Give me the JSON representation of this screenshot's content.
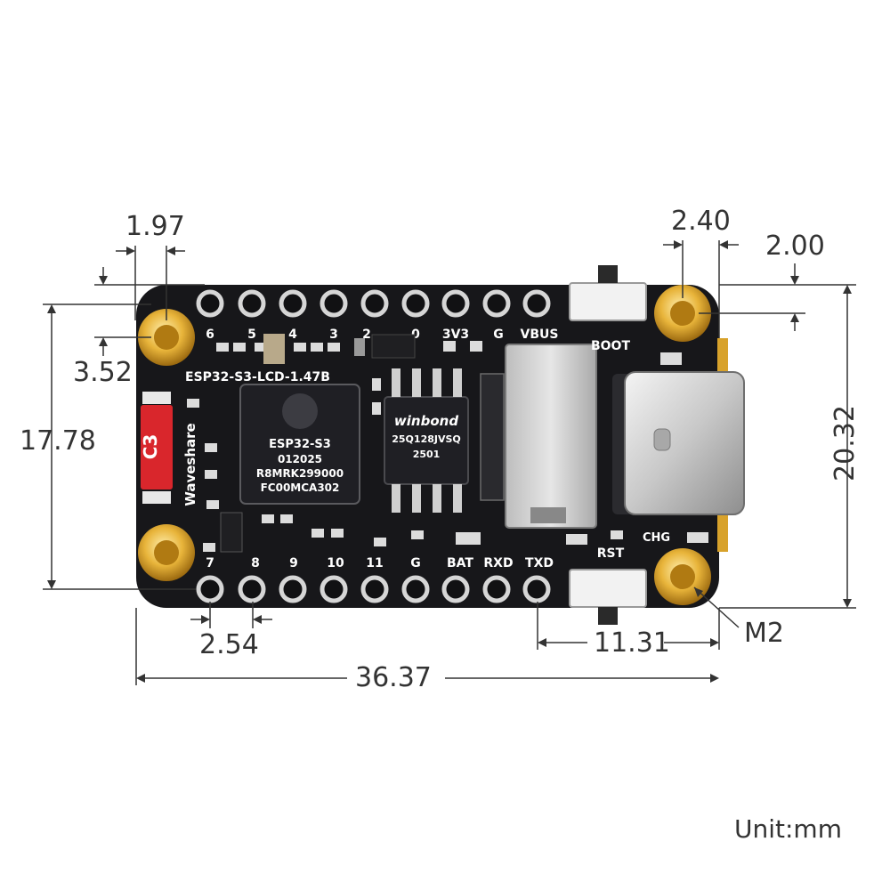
{
  "colors": {
    "pcb": "#17171a",
    "gold": "#e0a92a",
    "silk": "#ffffff",
    "dimension_line": "#333333",
    "antenna_red": "#d9262c"
  },
  "dimensions": {
    "hole_offset_x": "1.97",
    "hole_offset_y": "3.52",
    "hole_spacing_y": "17.78",
    "usb_hole_offset_x": "2.40",
    "usb_hole_offset_y": "2.00",
    "board_height": "20.32",
    "pin_pitch": "2.54",
    "connector_offset": "11.31",
    "board_width": "36.37",
    "hole_size": "M2"
  },
  "unit_label": "Unit:mm",
  "board": {
    "model": "ESP32-S3-LCD-1.47B",
    "brand": "Waveshare",
    "chip_name": "ESP32-S3",
    "chip_lines": [
      "012025",
      "R8MRK299000",
      "FC00MCA302"
    ],
    "flash_brand": "winbond",
    "flash_lines": [
      "25Q128JVSQ",
      "2501"
    ],
    "antenna_label": "C3",
    "buttons": {
      "boot": "BOOT",
      "reset": "RST"
    },
    "charge_label": "CHG",
    "top_pins": [
      "6",
      "5",
      "4",
      "3",
      "2",
      "0",
      "3V3",
      "G",
      "VBUS"
    ],
    "bottom_pins": [
      "7",
      "8",
      "9",
      "10",
      "11",
      "G",
      "BAT",
      "RXD",
      "TXD"
    ]
  }
}
